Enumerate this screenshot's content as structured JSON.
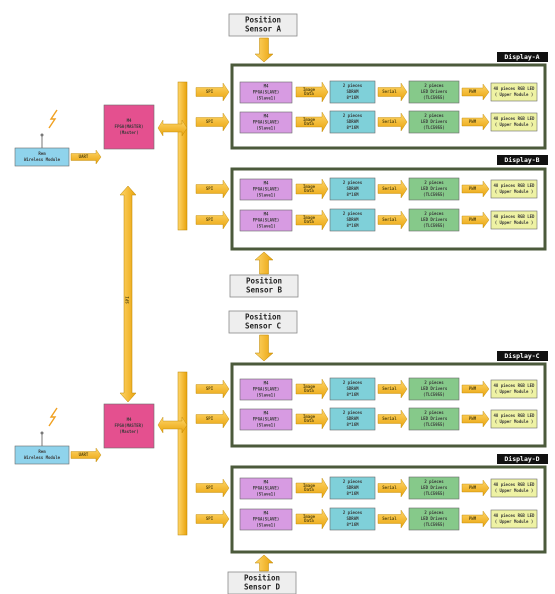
{
  "position_sensors": [
    {
      "line1": "Position",
      "line2": "Sensor A"
    },
    {
      "line1": "Position",
      "line2": "Sensor B"
    },
    {
      "line1": "Position",
      "line2": "Sensor C"
    },
    {
      "line1": "Position",
      "line2": "Sensor D"
    }
  ],
  "displays": [
    {
      "label": "Display-A"
    },
    {
      "label": "Display-B"
    },
    {
      "label": "Display-C"
    },
    {
      "label": "Display-D"
    }
  ],
  "wireless_modules": [
    {
      "line1": "Rem",
      "line2": "Wireless Module"
    },
    {
      "line1": "Rem",
      "line2": "Wireless Module"
    }
  ],
  "master_blocks": [
    {
      "line1": "M4",
      "line2": "FPGA(MASTER)",
      "line3": "(Master)"
    },
    {
      "line1": "M4",
      "line2": "FPGA(MASTER)",
      "line3": "(Master)"
    }
  ],
  "links": {
    "wireless_to_master": "UART",
    "master_to_slave": "SPI",
    "sync_bus": "SPI"
  },
  "slave_block": {
    "line1": "M4",
    "line2": "FPGA(SLAVE)",
    "line3": "(Slave1)"
  },
  "mid_arrow": {
    "line1": "Image",
    "line2": "Data"
  },
  "sram_block": {
    "line1": "2 pieces",
    "line2": "SDRAM",
    "line3": "8*16M"
  },
  "serial_arrow": "Serial",
  "driver_block": {
    "line1": "2 pieces",
    "line2": "LED Drivers",
    "line3": "(TLC5955)"
  },
  "pwm_arrow": "PWM",
  "led_block": {
    "line1": "48 pieces RGB LED",
    "line2": "( Upper Module )"
  },
  "colors": {
    "arrow": "#f0b318",
    "arrow_dark": "#b98400",
    "master": "#e4508f",
    "slave": "#d79be2",
    "sram": "#7fd0d9",
    "driver": "#86c98a",
    "led": "#eef2a4",
    "wireless": "#8fd3ec",
    "panel_border": "#4b5a3b",
    "display_tag": "#111111",
    "sensor": "#eeeeee"
  }
}
